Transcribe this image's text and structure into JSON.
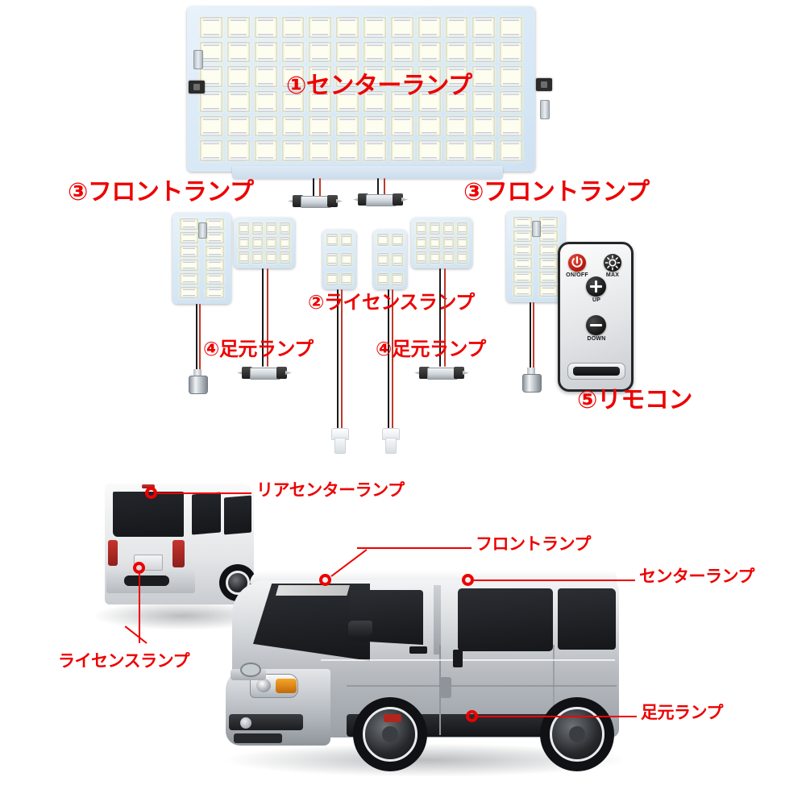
{
  "page": {
    "title": "LED室内灯セット 取付位置図",
    "accent_color": "#ee0000",
    "background": "#ffffff"
  },
  "parts_diagram": {
    "labels": [
      {
        "id": "center-lamp",
        "text": "①センターランプ",
        "number": "①",
        "name": "センターランプ"
      },
      {
        "id": "front-lamp-left",
        "text": "③フロントランプ",
        "number": "③",
        "name": "フロントランプ"
      },
      {
        "id": "front-lamp-right",
        "text": "③フロントランプ",
        "number": "③",
        "name": "フロントランプ"
      },
      {
        "id": "license-lamp",
        "text": "②ライセンスランプ",
        "number": "②",
        "name": "ライセンスランプ"
      },
      {
        "id": "foot-lamp-left",
        "text": "④足元ランプ",
        "number": "④",
        "name": "足元ランプ"
      },
      {
        "id": "foot-lamp-right",
        "text": "④足元ランプ",
        "number": "④",
        "name": "足元ランプ"
      },
      {
        "id": "remote",
        "text": "⑤リモコン",
        "number": "⑤",
        "name": "リモコン"
      }
    ],
    "panels": [
      {
        "id": "center-board",
        "cols": 12,
        "rows": 6,
        "leds": 72,
        "connector": "festoon"
      },
      {
        "id": "front-board-left",
        "cols": 2,
        "rows": 6,
        "leds": 12,
        "connector": "bayonet"
      },
      {
        "id": "front-board-right",
        "cols": 2,
        "rows": 6,
        "leds": 12,
        "connector": "bayonet"
      },
      {
        "id": "foot-board-left",
        "cols": 4,
        "rows": 3,
        "leds": 12,
        "connector": "festoon"
      },
      {
        "id": "foot-board-right",
        "cols": 4,
        "rows": 3,
        "leds": 12,
        "connector": "festoon"
      },
      {
        "id": "license-board-left",
        "cols": 2,
        "rows": 3,
        "leds": 6,
        "connector": "t10-wedge"
      },
      {
        "id": "license-board-right",
        "cols": 2,
        "rows": 3,
        "leds": 6,
        "connector": "t10-wedge"
      }
    ]
  },
  "remote": {
    "buttons": [
      {
        "id": "on-off",
        "label": "ON/OFF",
        "icon": "power-icon",
        "color": "#b3160a"
      },
      {
        "id": "max",
        "label": "MAX",
        "icon": "brightness-icon",
        "color": "#161616"
      },
      {
        "id": "up",
        "label": "UP",
        "icon": "plus-icon",
        "color": "#161616"
      },
      {
        "id": "down",
        "label": "DOWN",
        "icon": "minus-icon",
        "color": "#161616"
      }
    ],
    "ir_window_label": "ir-window"
  },
  "vehicle_diagram": {
    "callouts": [
      {
        "id": "rear-center-lamp",
        "text": "リアセンターランプ"
      },
      {
        "id": "license-lamp",
        "text": "ライセンスランプ"
      },
      {
        "id": "front-lamp",
        "text": "フロントランプ"
      },
      {
        "id": "center-lamp",
        "text": "センターランプ"
      },
      {
        "id": "foot-lamp",
        "text": "足元ランプ"
      }
    ]
  }
}
